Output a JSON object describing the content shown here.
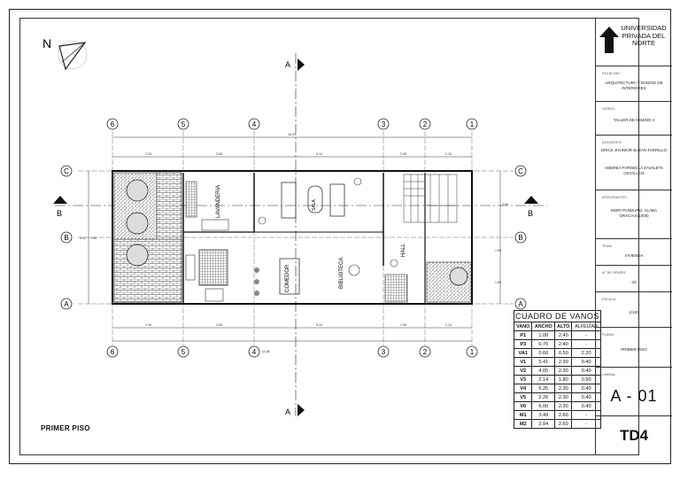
{
  "sheet_title": "PRIMER PISO",
  "north_label": "N",
  "axis_labels": {
    "top": [
      "6",
      "5",
      "4",
      "3",
      "2",
      "1"
    ],
    "bottom": [
      "6",
      "5",
      "4",
      "3",
      "2",
      "1"
    ],
    "rows": [
      "C",
      "B",
      "A"
    ],
    "section_marks": [
      "A",
      "B"
    ]
  },
  "dimensions": {
    "overall": "16.20",
    "segments_top": [
      "2.95",
      "2.85",
      "5.10",
      "3.05",
      "2.15"
    ],
    "segments_bottom": [
      "2.95",
      "2.85",
      "5.10",
      "1.55",
      "2.10"
    ],
    "axis_mark": "11.85",
    "left_segments": [
      "3.40",
      "3.40"
    ],
    "right_segments": [
      "2.95",
      "1.50",
      "1.50"
    ]
  },
  "room_labels": {
    "lavanderia": "LAVANDERIA",
    "comedor": "COMEDOR",
    "biblioteca": "BIBLIOTECA",
    "hall": "HALL",
    "sala": "SALA"
  },
  "vanos_table": {
    "title": "CUADRO DE VANOS",
    "headers": [
      "VANO",
      "ANCHO",
      "ALTO",
      "ALFEIZAR"
    ],
    "rows": [
      [
        "P1",
        "1.00",
        "2.40",
        "-"
      ],
      [
        "P3",
        "0.70",
        "2.40",
        "-"
      ],
      [
        "VA1",
        "0.60",
        "0.50",
        "2.20"
      ],
      [
        "V1",
        "5.41",
        "2.30",
        "0.40"
      ],
      [
        "V2",
        "4.05",
        "2.30",
        "0.40"
      ],
      [
        "V3",
        "2.14",
        "1.80",
        "0.90"
      ],
      [
        "V4",
        "5.25",
        "2.30",
        "0.40"
      ],
      [
        "V5",
        "2.26",
        "2.30",
        "0.40"
      ],
      [
        "V6",
        "6.00",
        "2.30",
        "0.40"
      ],
      [
        "M1",
        "3.49",
        "2.60",
        "-"
      ],
      [
        "M2",
        "2.04",
        "2.60",
        "-"
      ]
    ]
  },
  "title_block": {
    "university": "UNIVERSIDAD PRIVADA DEL NORTE",
    "facultad_label": "FACULTAD:",
    "facultad": "ARQUITECTURA Y DISEÑO DE INTERIORES",
    "curso_label": "CURSO:",
    "curso": "TALLER DE DISEÑO 4",
    "docentes_label": "DOCENTES:",
    "docente_1": "ERICK JHUNIOR BAZAN TARRILLO",
    "docente_2": "ANDREA FORSELLA ZAVALETA CEVALLOS",
    "integrantes_label": "INTEGRANTES:",
    "integrantes": "MORI PANDURO, ALABA GRACIAS(1005)",
    "tema_label": "TEMA:",
    "tema": "VIVIENDA",
    "grupo_label": "N° DE GRUPO:",
    "grupo": "03",
    "escala_label": "ESCALA:",
    "escala": "1/100",
    "plano_label": "PLANO:",
    "plano": "PRIMER PISO",
    "lamina_label": "LAMINA:",
    "lamina": "A - 01",
    "code": "TD4"
  }
}
